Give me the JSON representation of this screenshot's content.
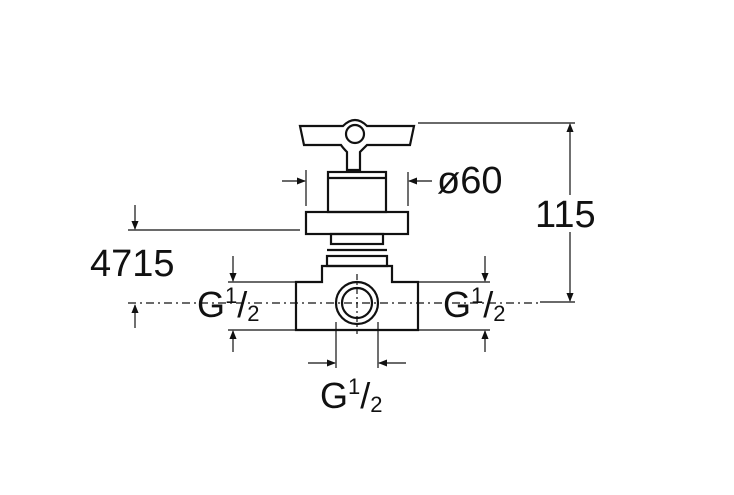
{
  "labels": {
    "diameter": "ø60",
    "height": "115",
    "depth": "4715",
    "thread_left": {
      "base": "G",
      "num": "1",
      "slash": "/",
      "den": "2"
    },
    "thread_right": {
      "base": "G",
      "num": "1",
      "slash": "/",
      "den": "2"
    },
    "thread_bottom": {
      "base": "G",
      "num": "1",
      "slash": "/",
      "den": "2"
    }
  },
  "colors": {
    "stroke": "#111111",
    "background": "#ffffff"
  }
}
